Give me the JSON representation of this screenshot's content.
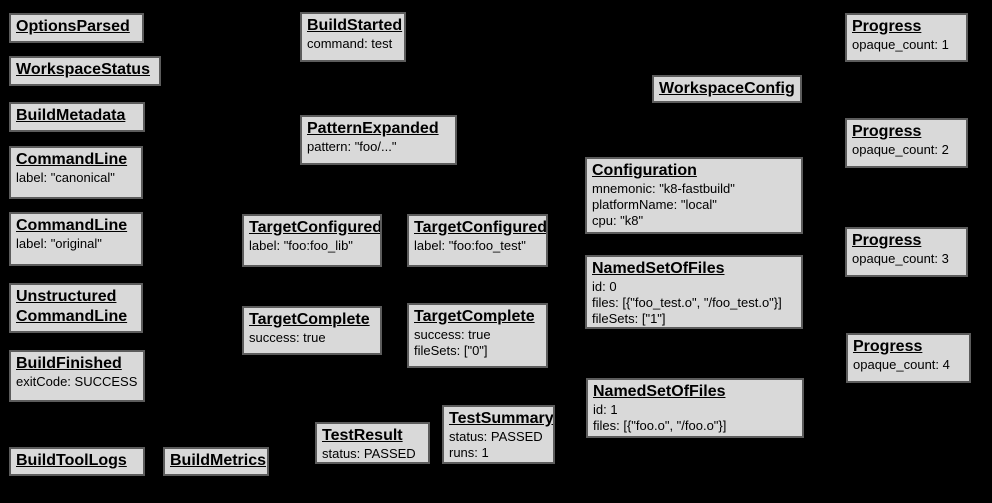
{
  "diagram": {
    "description": "Build event protocol event graph",
    "colors": {
      "background": "#000000",
      "node_fill": "#d9d9d9",
      "node_border": "#5c5c5c",
      "text": "#000000"
    },
    "nodes": [
      {
        "title": "OptionsParsed",
        "lines": []
      },
      {
        "title": "WorkspaceStatus",
        "lines": []
      },
      {
        "title": "BuildMetadata",
        "lines": []
      },
      {
        "title": "CommandLine",
        "lines": [
          "label: \"canonical\""
        ]
      },
      {
        "title": "CommandLine",
        "lines": [
          "label: \"original\""
        ]
      },
      {
        "title": "Unstructured CommandLine",
        "lines": []
      },
      {
        "title": "BuildFinished",
        "lines": [
          "exitCode: SUCCESS"
        ]
      },
      {
        "title": "BuildToolLogs",
        "lines": []
      },
      {
        "title": "BuildMetrics",
        "lines": []
      },
      {
        "title": "BuildStarted",
        "lines": [
          "command: test"
        ]
      },
      {
        "title": "PatternExpanded",
        "lines": [
          "pattern: \"foo/...\""
        ]
      },
      {
        "title": "TargetConfigured",
        "lines": [
          "label: \"foo:foo_lib\""
        ]
      },
      {
        "title": "TargetConfigured",
        "lines": [
          "label: \"foo:foo_test\""
        ]
      },
      {
        "title": "TargetComplete",
        "lines": [
          "success: true"
        ]
      },
      {
        "title": "TargetComplete",
        "lines": [
          "success: true",
          "fileSets: [\"0\"]"
        ]
      },
      {
        "title": "TestResult",
        "lines": [
          "status: PASSED"
        ]
      },
      {
        "title": "TestSummary",
        "lines": [
          "status: PASSED",
          "runs: 1"
        ]
      },
      {
        "title": "WorkspaceConfig",
        "lines": []
      },
      {
        "title": "Configuration",
        "lines": [
          "mnemonic: \"k8-fastbuild\"",
          "platformName: \"local\"",
          "cpu: \"k8\""
        ]
      },
      {
        "title": "NamedSetOfFiles",
        "lines": [
          "id: 0",
          "files: [{\"foo_test.o\", \"/foo_test.o\"}]",
          "fileSets: [\"1\"]"
        ]
      },
      {
        "title": "NamedSetOfFiles",
        "lines": [
          "id: 1",
          "files: [{\"foo.o\", \"/foo.o\"}]"
        ]
      },
      {
        "title": "Progress",
        "lines": [
          "opaque_count: 1"
        ]
      },
      {
        "title": "Progress",
        "lines": [
          "opaque_count: 2"
        ]
      },
      {
        "title": "Progress",
        "lines": [
          "opaque_count: 3"
        ]
      },
      {
        "title": "Progress",
        "lines": [
          "opaque_count: 4"
        ]
      }
    ]
  }
}
